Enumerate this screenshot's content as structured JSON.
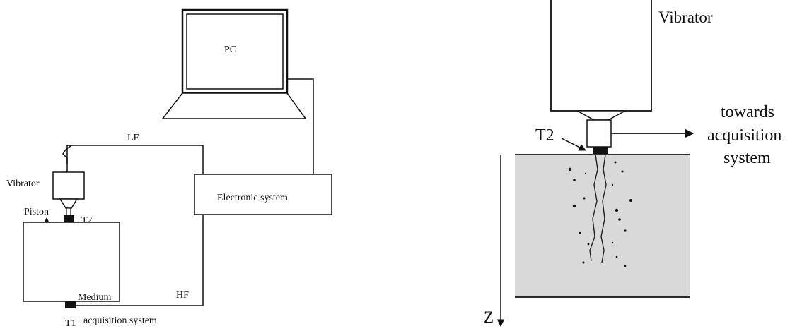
{
  "left_panel": {
    "pc_label": "PC",
    "lf_label": "LF",
    "hf_label": "HF",
    "electronic_system_label": "Electronic system",
    "vibrator_label": "Vibrator",
    "piston_label": "Piston",
    "t2_label": "T2",
    "medium_label": "Medium",
    "t1_label": "T1",
    "acquisition_label": "acquisition system"
  },
  "right_panel": {
    "vibrator_label": "Vibrator",
    "t2_label": "T2",
    "towards_line1": "towards",
    "towards_line2": "acquisition",
    "towards_line3": "system",
    "z_label": "Z"
  }
}
